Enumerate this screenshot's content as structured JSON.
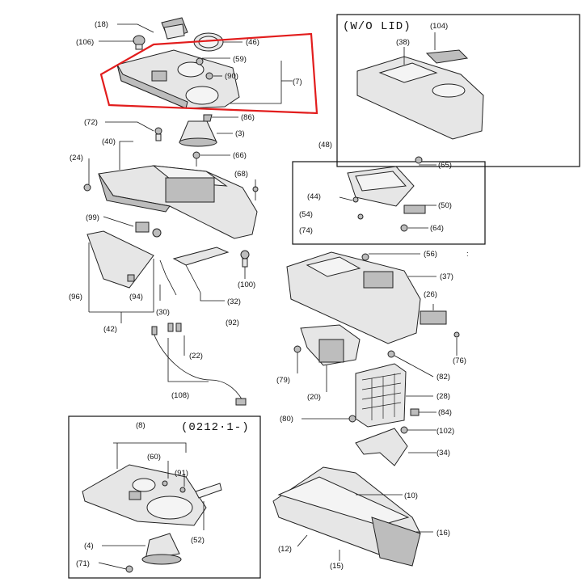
{
  "titles": {
    "wo_lid": "(W/O LID)",
    "revision": "(0212·1-)"
  },
  "labels": {
    "p18": "(18)",
    "p106": "(106)",
    "p46": "(46)",
    "p59": "(59)",
    "p90": "(90)",
    "p7": "(7)",
    "p86": "(86)",
    "p3": "(3)",
    "p72": "(72)",
    "p40": "(40)",
    "p66": "(66)",
    "p24": "(24)",
    "p68": "(68)",
    "p99": "(99)",
    "p96": "(96)",
    "p94": "(94)",
    "p30": "(30)",
    "p42": "(42)",
    "p32": "(32)",
    "p100": "(100)",
    "p92": "(92)",
    "p22": "(22)",
    "p108": "(108)",
    "p104": "(104)",
    "p38": "(38)",
    "p48": "(48)",
    "p65": "(65)",
    "p44": "(44)",
    "p50": "(50)",
    "p54": "(54)",
    "p64": "(64)",
    "p74": "(74)",
    "p56": "(56)",
    "colon_mark": ":",
    "p37": "(37)",
    "p26": "(26)",
    "p76": "(76)",
    "p79": "(79)",
    "p82": "(82)",
    "p20": "(20)",
    "p28": "(28)",
    "p84": "(84)",
    "p80": "(80)",
    "p102": "(102)",
    "p34": "(34)",
    "p10": "(10)",
    "p16": "(16)",
    "p12": "(12)",
    "p15": "(15)",
    "p8": "(8)",
    "p60": "(60)",
    "p91": "(91)",
    "p52": "(52)",
    "p4": "(4)",
    "p71": "(71)"
  },
  "colors": {
    "highlight": "#e21d1d",
    "line": "#111111",
    "part_fill": "#e6e6e6"
  }
}
